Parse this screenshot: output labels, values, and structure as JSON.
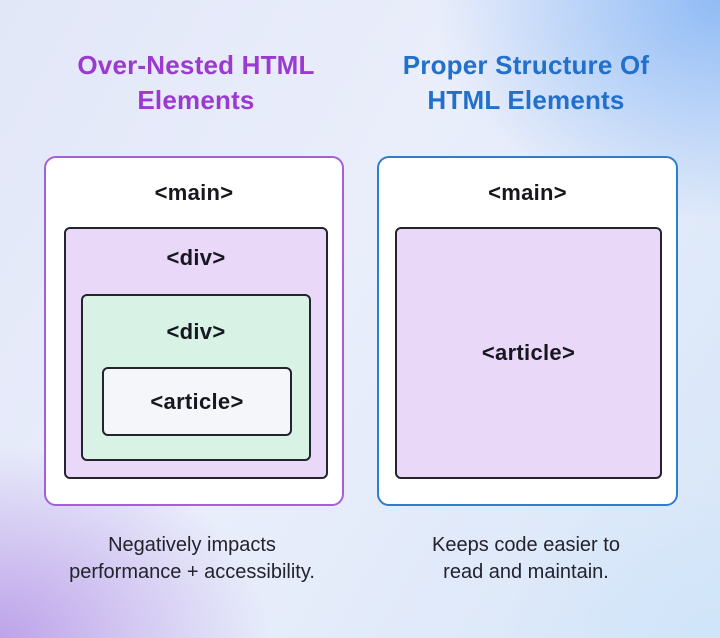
{
  "colors": {
    "left_title": "#9b3ad0",
    "right_title": "#2070cc",
    "left_card_border": "#a45fdb",
    "right_card_border": "#2e7ecd",
    "inner_box_border": "#24242f",
    "lavender_fill": "#e9d8f7",
    "mint_fill": "#d9f2e6",
    "article_fill": "#f4f6f9",
    "code_text": "#17171f",
    "caption_text": "#23232e"
  },
  "left_panel": {
    "title_line1": "Over-Nested HTML",
    "title_line2": "Elements",
    "diagram": {
      "main_label": "<main>",
      "outer_div_label": "<div>",
      "inner_div_label": "<div>",
      "article_label": "<article>"
    },
    "caption_line1": "Negatively impacts",
    "caption_line2": "performance + accessibility."
  },
  "right_panel": {
    "title_line1": "Proper Structure Of",
    "title_line2": "HTML Elements",
    "diagram": {
      "main_label": "<main>",
      "article_label": "<article>"
    },
    "caption_line1": "Keeps code easier to",
    "caption_line2": "read and maintain."
  }
}
